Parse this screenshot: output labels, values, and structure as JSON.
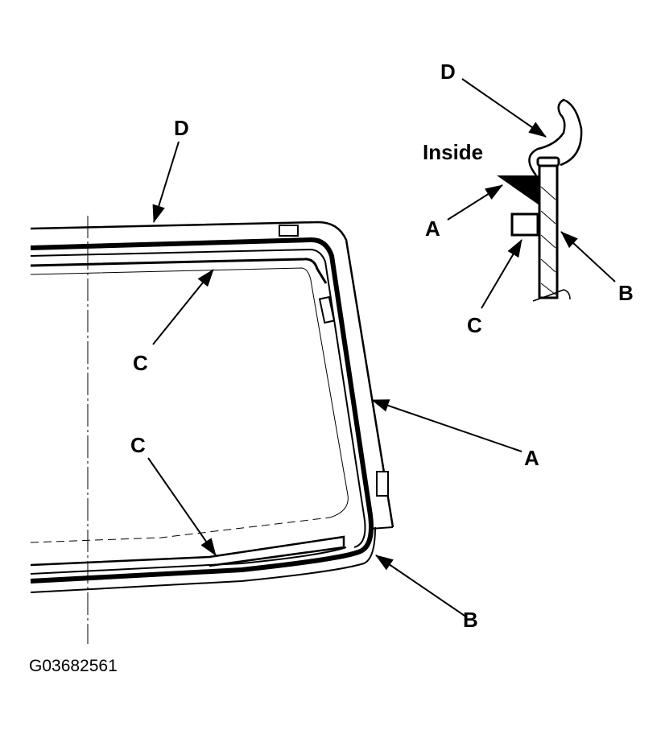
{
  "diagram": {
    "figure_id": "G03682561",
    "colors": {
      "ink": "#000000",
      "background": "#ffffff"
    },
    "main_view": {
      "labels": {
        "D": "D",
        "C_upper": "C",
        "C_lower": "C",
        "A": "A",
        "B": "B"
      }
    },
    "section_view": {
      "inside_label": "Inside",
      "labels": {
        "D": "D",
        "A": "A",
        "B": "B",
        "C": "C"
      }
    }
  }
}
